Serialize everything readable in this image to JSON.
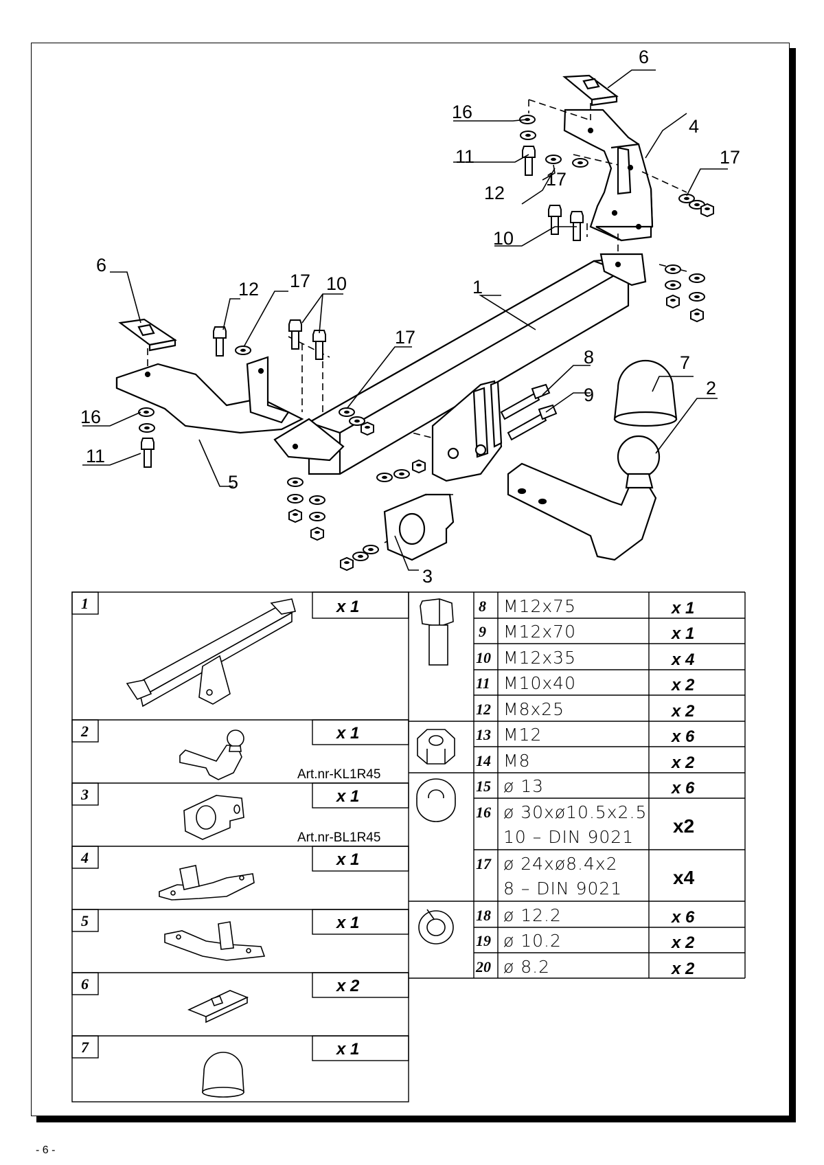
{
  "page_number": "- 6 -",
  "callouts": [
    "6",
    "16",
    "11",
    "12",
    "17",
    "4",
    "17",
    "10",
    "6",
    "12",
    "17",
    "10",
    "1",
    "17",
    "8",
    "9",
    "7",
    "2",
    "16",
    "11",
    "5",
    "3"
  ],
  "left_table": [
    {
      "num": "1",
      "qty": "x 1",
      "note": "",
      "icon": "tow-bar-frame-icon"
    },
    {
      "num": "2",
      "qty": "x 1",
      "note": "Art.nr-KL1R45",
      "icon": "tow-ball-neck-icon"
    },
    {
      "num": "3",
      "qty": "x 1",
      "note": "Art.nr-BL1R45",
      "icon": "socket-plate-icon"
    },
    {
      "num": "4",
      "qty": "x 1",
      "note": "",
      "icon": "right-bracket-icon"
    },
    {
      "num": "5",
      "qty": "x 1",
      "note": "",
      "icon": "left-bracket-icon"
    },
    {
      "num": "6",
      "qty": "x 2",
      "note": "",
      "icon": "nut-plate-icon"
    },
    {
      "num": "7",
      "qty": "x 1",
      "note": "",
      "icon": "ball-cap-icon"
    }
  ],
  "right_table": [
    {
      "num": "8",
      "spec": [
        "M12x75"
      ],
      "qty": "x 1",
      "group": "bolt"
    },
    {
      "num": "9",
      "spec": [
        "M12x70"
      ],
      "qty": "x 1",
      "group": "bolt"
    },
    {
      "num": "10",
      "spec": [
        "M12x35"
      ],
      "qty": "x 4",
      "group": "bolt"
    },
    {
      "num": "11",
      "spec": [
        "M10x40"
      ],
      "qty": "x 2",
      "group": "bolt"
    },
    {
      "num": "12",
      "spec": [
        "M8x25"
      ],
      "qty": "x 2",
      "group": "bolt"
    },
    {
      "num": "13",
      "spec": [
        "M12"
      ],
      "qty": "x 6",
      "group": "nut"
    },
    {
      "num": "14",
      "spec": [
        "M8"
      ],
      "qty": "x 2",
      "group": "nut"
    },
    {
      "num": "15",
      "spec": [
        "ø 13"
      ],
      "qty": "x 6",
      "group": "washer"
    },
    {
      "num": "16",
      "spec": [
        "ø 30xø10.5x2.5",
        "10  –  DIN 9021"
      ],
      "qty": "x2",
      "group": "washer"
    },
    {
      "num": "17",
      "spec": [
        "ø 24xø8.4x2",
        "8   –  DIN 9021"
      ],
      "qty": "x4",
      "group": "washer"
    },
    {
      "num": "18",
      "spec": [
        "ø 12.2"
      ],
      "qty": "x 6",
      "group": "spring"
    },
    {
      "num": "19",
      "spec": [
        "ø 10.2"
      ],
      "qty": "x 2",
      "group": "spring"
    },
    {
      "num": "20",
      "spec": [
        "ø 8.2"
      ],
      "qty": "x 2",
      "group": "spring"
    }
  ]
}
